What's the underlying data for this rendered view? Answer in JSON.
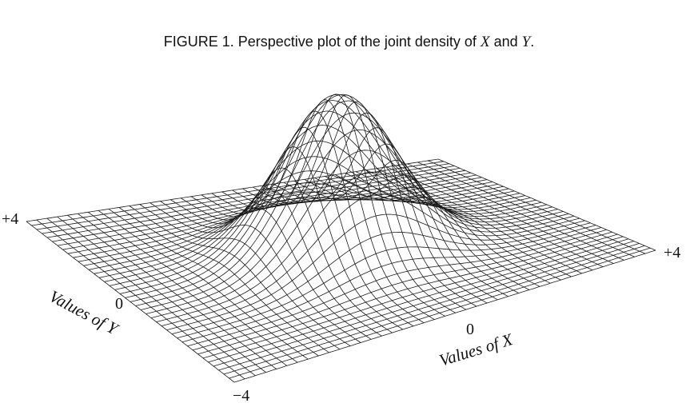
{
  "figure": {
    "title_prefix": "FIGURE 1. Perspective plot of the joint density of",
    "title_var_x": "X",
    "title_middle": "and",
    "title_var_y": "Y",
    "title_suffix": "."
  },
  "y_axis": {
    "label": "Values of Y",
    "ticks": [
      "+4",
      "0",
      "−4"
    ]
  },
  "x_axis": {
    "label": "Values of X",
    "ticks": [
      "0",
      "+4"
    ]
  },
  "colors": {
    "line": "#1a1a1a",
    "background": "#ffffff"
  }
}
